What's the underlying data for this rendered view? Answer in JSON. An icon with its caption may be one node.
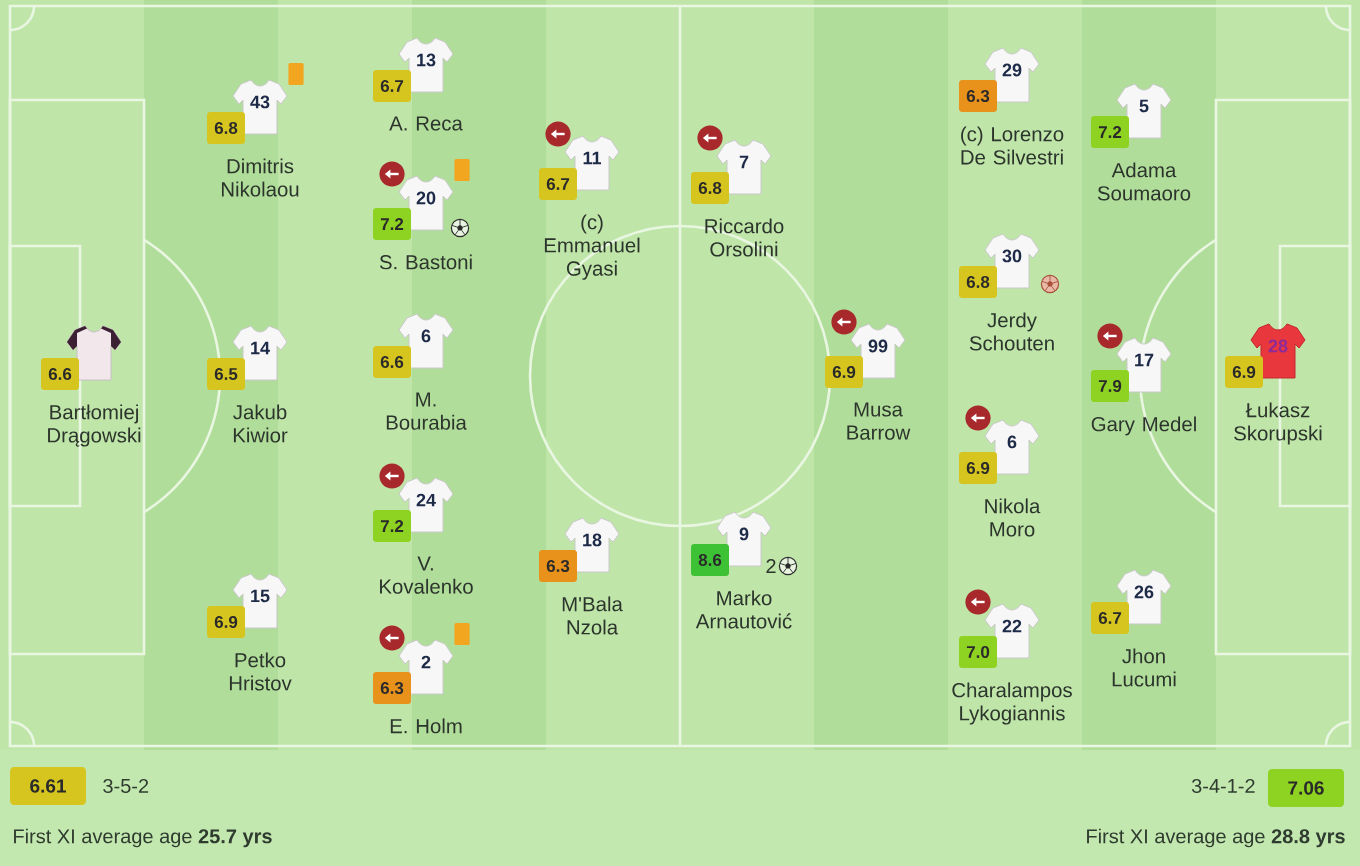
{
  "diagram": {
    "nodes": [
      {
        "text": [],
        "shape": "shirt",
        "beside": [
          "6.6",
          "Bartłomiej Drągowski"
        ]
      },
      {
        "text": [
          "43"
        ],
        "beside": [
          "6.8",
          "Dimitris Nikolaou"
        ]
      },
      {
        "text": [
          "14"
        ],
        "beside": [
          "6.5",
          "Jakub Kiwior"
        ]
      },
      {
        "text": [
          "15"
        ],
        "beside": [
          "6.9",
          "Petko Hristov"
        ]
      },
      {
        "text": [
          "13"
        ],
        "beside": [
          "6.7",
          "A. Reca"
        ]
      },
      {
        "text": [
          "20"
        ],
        "beside": [
          "7.2",
          "S. Bastoni"
        ]
      },
      {
        "text": [
          "6"
        ],
        "beside": [
          "6.6",
          "M. Bourabia"
        ]
      },
      {
        "text": [
          "24"
        ],
        "beside": [
          "7.2",
          "V. Kovalenko"
        ]
      },
      {
        "text": [
          "2"
        ],
        "beside": [
          "6.3",
          "E. Holm"
        ]
      },
      {
        "text": [
          "11"
        ],
        "beside": [
          "6.7",
          "(c) Emmanuel Gyasi"
        ]
      },
      {
        "text": [
          "18"
        ],
        "beside": [
          "6.3",
          "M'Bala Nzola"
        ]
      },
      {
        "text": [
          "7"
        ],
        "beside": [
          "6.8",
          "Riccardo Orsolini"
        ]
      },
      {
        "text": [
          "9"
        ],
        "beside": [
          "8.6",
          "2",
          "Marko Arnautović"
        ]
      },
      {
        "text": [
          "99"
        ],
        "beside": [
          "6.9",
          "Musa Barrow"
        ]
      },
      {
        "text": [
          "29"
        ],
        "beside": [
          "6.3",
          "(c) Lorenzo De Silvestri"
        ]
      },
      {
        "text": [
          "30"
        ],
        "beside": [
          "6.8",
          "Jerdy Schouten"
        ]
      },
      {
        "text": [
          "6"
        ],
        "beside": [
          "6.9",
          "Nikola Moro"
        ]
      },
      {
        "text": [
          "22"
        ],
        "beside": [
          "7.0",
          "Charalampos Lykogiannis"
        ]
      },
      {
        "text": [
          "5"
        ],
        "beside": [
          "7.2",
          "Adama Soumaoro"
        ]
      },
      {
        "text": [
          "17"
        ],
        "beside": [
          "7.9",
          "Gary Medel"
        ]
      },
      {
        "text": [
          "26"
        ],
        "beside": [
          "6.7",
          "Jhon Lucumi"
        ]
      },
      {
        "text": [
          "28"
        ],
        "beside": [
          "6.9",
          "Łukasz Skorupski"
        ]
      },
      {
        "text": [
          "6.61"
        ]
      },
      {
        "text": [
          "7.06"
        ]
      }
    ],
    "labels": [
      "3-5-2",
      "3-4-1-2",
      "First XI average age **25.7 yrs**",
      "First XI average age **28.8 yrs**"
    ]
  }
}
